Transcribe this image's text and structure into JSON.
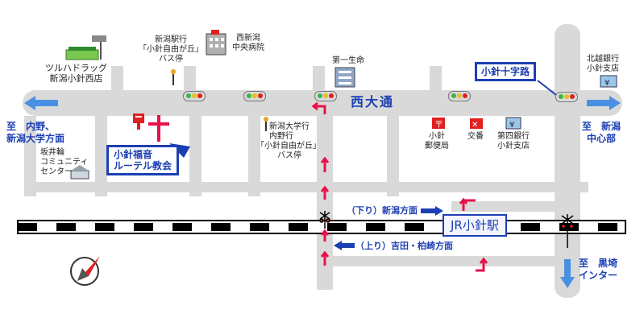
{
  "colors": {
    "road": "#d9d9d9",
    "route": "#e8104a",
    "label_blue": "#1c3fb3",
    "arrow": "#4a90e2"
  },
  "roads": {
    "main_avenue": "西大通"
  },
  "directions": {
    "west": [
      "至　内野、",
      "新潟大学方面"
    ],
    "east": [
      "至　新潟",
      "中心部"
    ],
    "south": [
      "至　黒埼",
      "インター"
    ]
  },
  "intersection": "小針十字路",
  "church": [
    "小針福音",
    "ルーテル教会"
  ],
  "station": "JR小針駅",
  "train_labels": {
    "down": "（下り）新潟方面",
    "up": "（上り）吉田・柏崎方面"
  },
  "landmarks": {
    "drugstore": [
      "ツルハドラッグ",
      "新潟小針西店"
    ],
    "bus_stop_north": [
      "新潟駅行",
      "「小針自由が丘」",
      "バス停"
    ],
    "hospital": [
      "西新潟",
      "中央病院"
    ],
    "daiichi": "第一生命",
    "hokuetsu_bank": [
      "北越銀行",
      "小針支店"
    ],
    "bus_stop_south": [
      "新潟大学行",
      "内野行",
      "「小針自由が丘」",
      "バス停"
    ],
    "post_office": [
      "小針",
      "郵便局"
    ],
    "police_box": "交番",
    "daishi_bank": [
      "第四銀行",
      "小針支店"
    ],
    "community_center": [
      "坂井輪",
      "コミュニティ",
      "センター"
    ]
  },
  "icons": [
    "traffic-signal-icon",
    "post-office-icon",
    "police-box-icon",
    "bank-icon",
    "hospital-icon",
    "bus-stop-icon",
    "church-cross-icon",
    "mailbox-icon",
    "compass-icon",
    "railroad-crossing-icon"
  ]
}
